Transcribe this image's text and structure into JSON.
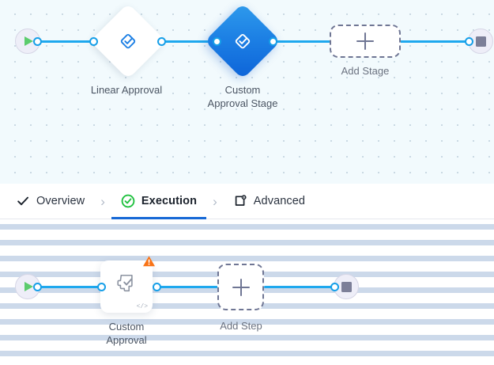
{
  "stage_canvas": {
    "name": "stage-designer-canvas",
    "background_color": "#f2fafd",
    "grid": "dot",
    "start_node": {
      "icon": "play-icon",
      "title": "Start"
    },
    "end_node": {
      "icon": "stop-icon",
      "title": "End"
    },
    "nodes": [
      {
        "id": "linear-approval",
        "label": "Linear Approval",
        "icon": "approval-diamond-check-icon",
        "shape": "diamond",
        "selected": false
      },
      {
        "id": "custom-approval-stage",
        "label": "Custom\nApproval Stage",
        "icon": "approval-diamond-check-icon",
        "shape": "diamond",
        "selected": true,
        "accent_color": "#1c7fe4"
      }
    ],
    "add_placeholder": {
      "label": "Add Stage",
      "icon": "plus-icon"
    },
    "edge_color": "#1ea8ee"
  },
  "tabs": {
    "items": [
      {
        "id": "overview",
        "label": "Overview",
        "icon": "check-icon",
        "active": false
      },
      {
        "id": "execution",
        "label": "Execution",
        "icon": "check-circle-icon",
        "active": true
      },
      {
        "id": "advanced",
        "label": "Advanced",
        "icon": "settings-square-icon",
        "active": false
      }
    ],
    "separator": "›",
    "active_indicator_color": "#1769d6",
    "active_icon_color": "#21c140"
  },
  "step_canvas": {
    "name": "step-designer-canvas",
    "background_color": "#ffffff",
    "grid": "dashed-vertical",
    "start_node": {
      "icon": "play-icon",
      "title": "Start"
    },
    "end_node": {
      "icon": "stop-icon",
      "title": "End"
    },
    "nodes": [
      {
        "id": "custom-approval",
        "label": "Custom\nApproval",
        "icon": "script-check-icon",
        "shape": "card",
        "warning": true,
        "warning_icon": "warning-triangle-icon",
        "warning_color": "#f97316",
        "code_badge": "</>"
      }
    ],
    "add_placeholder": {
      "label": "Add Step",
      "icon": "plus-icon"
    },
    "edge_color": "#1ea8ee"
  }
}
